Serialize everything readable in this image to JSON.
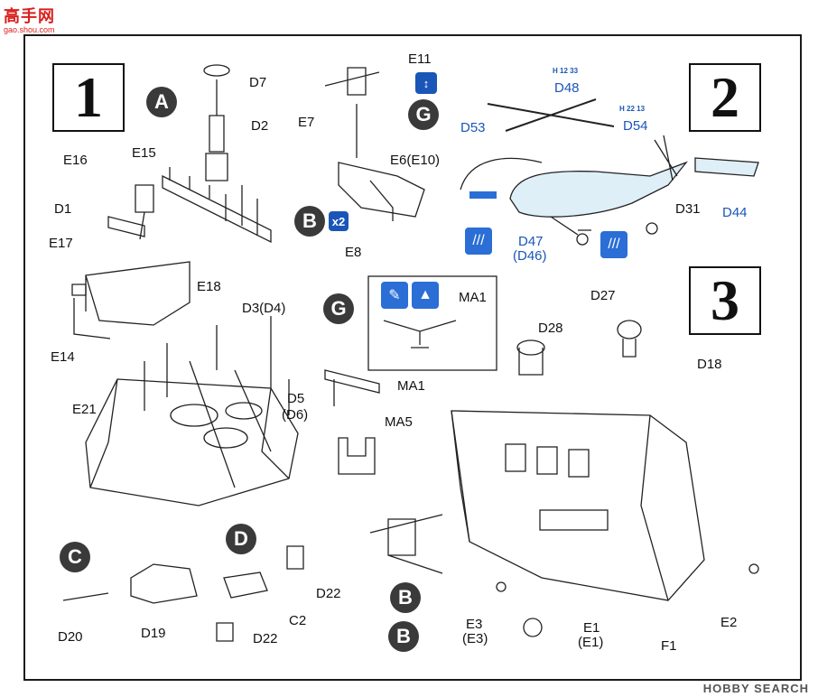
{
  "watermark": {
    "site_top": "高手网",
    "site_url": "gao.shou.com",
    "bottom": "HOBBY SEARCH"
  },
  "steps": [
    "1",
    "2",
    "3"
  ],
  "sprues": {
    "A": "A",
    "B": "B",
    "C": "C",
    "D": "D",
    "G": "G"
  },
  "badges": {
    "x2": "x2",
    "flip": "↕"
  },
  "step1": {
    "labels": {
      "D7": "D7",
      "D2": "D2",
      "E16": "E16",
      "E15": "E15",
      "D1": "D1",
      "E17": "E17",
      "E18": "E18",
      "E14": "E14",
      "D3": "D3(D4)",
      "D5": "D5",
      "D6": "(D6)",
      "E21": "E21"
    }
  },
  "stepB": {
    "labels": {
      "E11": "E11",
      "E7": "E7",
      "E6": "E6(E10)",
      "E8": "E8"
    }
  },
  "step2": {
    "labels": {
      "D48": "D48",
      "D53": "D53",
      "D54": "D54",
      "D44": "D44",
      "D31": "D31",
      "D47": "D47",
      "D46": "(D46)"
    },
    "refs": {
      "r1": "H 12 33",
      "r2": "H 22 13"
    }
  },
  "stepG": {
    "labels": {
      "MA1a": "MA1",
      "MA1b": "MA1",
      "MA5": "MA5"
    }
  },
  "step3": {
    "labels": {
      "D28": "D28",
      "D27": "D27",
      "D18": "D18",
      "E3": "E3",
      "E3b": "(E3)",
      "E1": "E1",
      "E1b": "(E1)",
      "F1": "F1",
      "E2": "E2"
    }
  },
  "stepC": {
    "labels": {
      "D20": "D20",
      "D19": "D19"
    }
  },
  "stepD": {
    "labels": {
      "D22a": "D22",
      "C2": "C2",
      "D22b": "D22"
    }
  }
}
